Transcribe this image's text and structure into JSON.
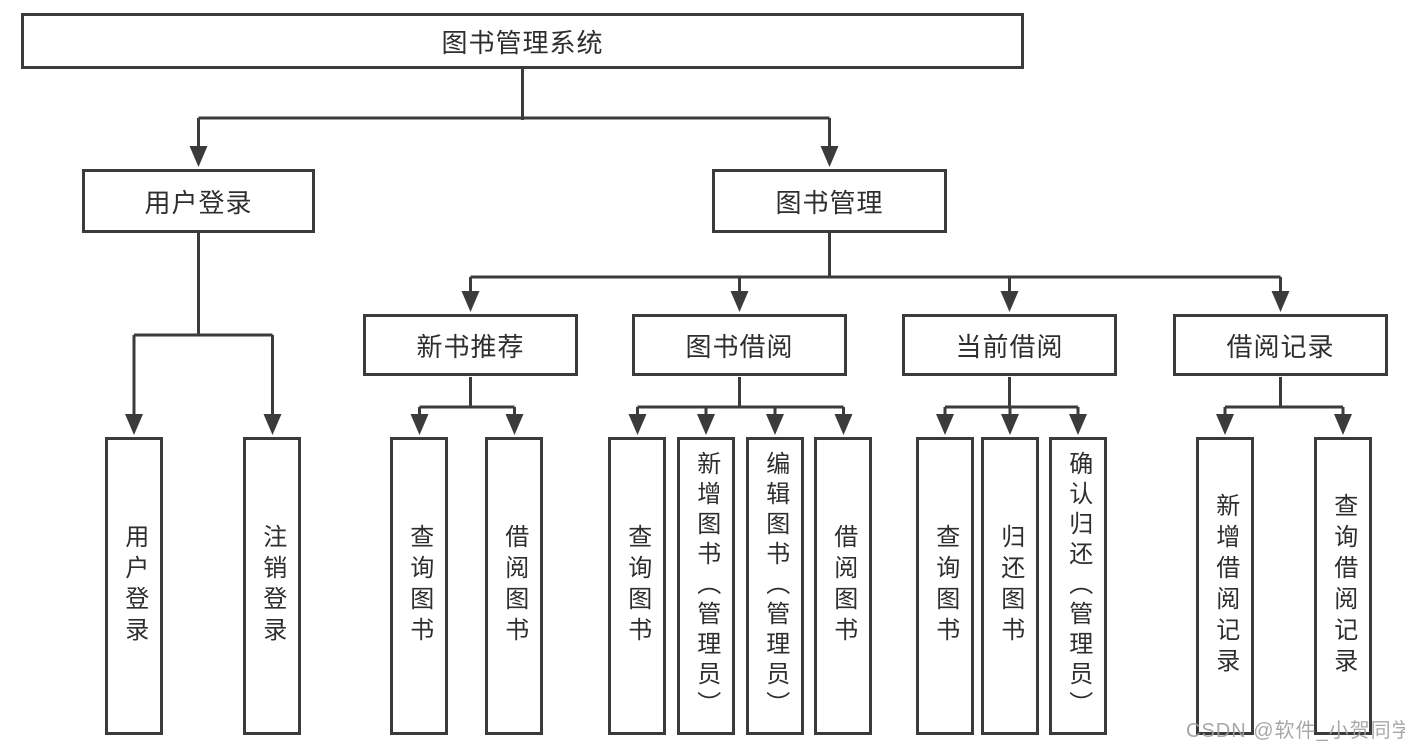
{
  "tree": {
    "root": {
      "label": "图书管理系统"
    },
    "branches": [
      {
        "label": "用户登录",
        "children": [
          "用户登录",
          "注销登录"
        ]
      },
      {
        "label": "图书管理",
        "groups": [
          {
            "label": "新书推荐",
            "children": [
              "查询图书",
              "借阅图书"
            ]
          },
          {
            "label": "图书借阅",
            "children": [
              "查询图书",
              "新增图书（管理员）",
              "编辑图书（管理员）",
              "借阅图书"
            ]
          },
          {
            "label": "当前借阅",
            "children": [
              "查询图书",
              "归还图书",
              "确认归还（管理员）"
            ]
          },
          {
            "label": "借阅记录",
            "children": [
              "新增借阅记录",
              "查询借阅记录"
            ]
          }
        ]
      }
    ]
  },
  "watermark": "CSDN @软件_小贺同学",
  "colors": {
    "line": "#3b3b3b",
    "text": "#2e2e2e",
    "background": "#ffffff",
    "watermark": "#9e9e9e"
  }
}
